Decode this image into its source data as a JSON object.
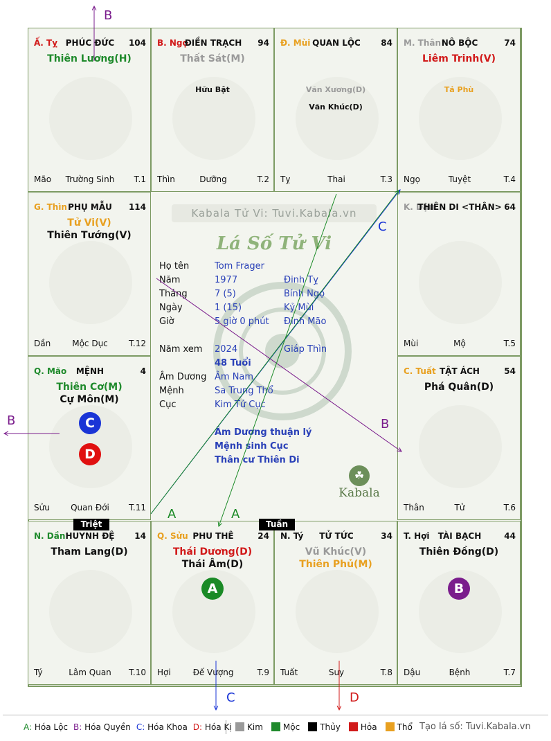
{
  "cells": [
    {
      "branch": "Ấ. Tỵ",
      "branch_color": "#d11a1a",
      "house": "PHÚC ĐỨC",
      "num": "104",
      "stars": [
        {
          "text": "Thiên Lương(H)",
          "color": "#1f8a2c"
        }
      ],
      "minors": [],
      "footer_left": "Mão",
      "footer_center": "Trường Sinh",
      "footer_right": "T.1"
    },
    {
      "branch": "B. Ngọ",
      "branch_color": "#d11a1a",
      "house": "ĐIỀN TRẠCH",
      "num": "94",
      "stars": [
        {
          "text": "Thất Sát(M)",
          "color": "#9a9a9a"
        }
      ],
      "minors": [
        {
          "text": "Hữu Bật",
          "color": "#111111"
        }
      ],
      "footer_left": "Thìn",
      "footer_center": "Dưỡng",
      "footer_right": "T.2"
    },
    {
      "branch": "Đ. Mùi",
      "branch_color": "#e8a020",
      "house": "QUAN LỘC",
      "num": "84",
      "stars": [],
      "minors": [
        {
          "text": "Văn Xương(D)",
          "color": "#9a9a9a"
        },
        {
          "text": "Văn Khúc(D)",
          "color": "#111111"
        }
      ],
      "footer_left": "Tỵ",
      "footer_center": "Thai",
      "footer_right": "T.3"
    },
    {
      "branch": "M. Thân",
      "branch_color": "#9a9a9a",
      "house": "NÔ BỘC",
      "num": "74",
      "stars": [
        {
          "text": "Liêm Trinh(V)",
          "color": "#d11a1a"
        }
      ],
      "minors": [
        {
          "text": "Tả Phù",
          "color": "#e8a020"
        }
      ],
      "footer_left": "Ngọ",
      "footer_center": "Tuyệt",
      "footer_right": "T.4"
    },
    {
      "branch": "G. Thìn",
      "branch_color": "#e8a020",
      "house": "PHỤ MẪU",
      "num": "114",
      "stars": [
        {
          "text": "Tử Vi(V)",
          "color": "#e8a020"
        },
        {
          "text": "Thiên Tướng(V)",
          "color": "#111111"
        }
      ],
      "minors": [],
      "footer_left": "Dần",
      "footer_center": "Mộc Dục",
      "footer_right": "T.12"
    },
    {
      "branch": "K. Dậu",
      "branch_color": "#9a9a9a",
      "house": "THIÊN DI <THÂN>",
      "num": "64",
      "stars": [],
      "minors": [],
      "footer_left": "Mùi",
      "footer_center": "Mộ",
      "footer_right": "T.5"
    },
    {
      "branch": "Q. Mão",
      "branch_color": "#1f8a2c",
      "house": "MỆNH",
      "num": "4",
      "stars": [
        {
          "text": "Thiên Cơ(M)",
          "color": "#1f8a2c"
        },
        {
          "text": "Cự Môn(M)",
          "color": "#111111"
        }
      ],
      "minors": [],
      "footer_left": "Sửu",
      "footer_center": "Quan Đới",
      "footer_right": "T.11"
    },
    {
      "branch": "C. Tuất",
      "branch_color": "#e8a020",
      "house": "TẬT ÁCH",
      "num": "54",
      "stars": [
        {
          "text": "Phá Quân(D)",
          "color": "#111111"
        }
      ],
      "minors": [],
      "footer_left": "Thân",
      "footer_center": "Tử",
      "footer_right": "T.6"
    },
    {
      "branch": "N. Dần",
      "branch_color": "#1f8a2c",
      "house": "HUYNH ĐỆ",
      "num": "14",
      "stars": [
        {
          "text": "Tham Lang(D)",
          "color": "#111111"
        }
      ],
      "minors": [],
      "footer_left": "Tý",
      "footer_center": "Lâm Quan",
      "footer_right": "T.10"
    },
    {
      "branch": "Q. Sửu",
      "branch_color": "#e8a020",
      "house": "PHU THÊ",
      "num": "24",
      "stars": [
        {
          "text": "Thái Dương(D)",
          "color": "#d11a1a"
        },
        {
          "text": "Thái Âm(D)",
          "color": "#111111"
        }
      ],
      "minors": [],
      "footer_left": "Hợi",
      "footer_center": "Đế Vượng",
      "footer_right": "T.9"
    },
    {
      "branch": "N. Tý",
      "branch_color": "#111111",
      "house": "TỬ TỨC",
      "num": "34",
      "stars": [
        {
          "text": "Vũ Khúc(V)",
          "color": "#9a9a9a"
        },
        {
          "text": "Thiên Phủ(M)",
          "color": "#e8a020"
        }
      ],
      "minors": [],
      "footer_left": "Tuất",
      "footer_center": "Suy",
      "footer_right": "T.8"
    },
    {
      "branch": "T. Hợi",
      "branch_color": "#111111",
      "house": "TÀI BẠCH",
      "num": "44",
      "stars": [
        {
          "text": "Thiên Đồng(D)",
          "color": "#111111"
        }
      ],
      "minors": [],
      "footer_left": "Dậu",
      "footer_center": "Bệnh",
      "footer_right": "T.7"
    }
  ],
  "center": {
    "watermark": "Kabala Tử Vi: Tuvi.Kabala.vn",
    "title": "Lá Số Tử Vi",
    "rows": [
      {
        "label": "Họ tên",
        "value": "Tom Frager",
        "extra": ""
      },
      {
        "label": "Năm",
        "value": "1977",
        "extra": "Đinh Tỵ"
      },
      {
        "label": "Tháng",
        "value": "7  (5)",
        "extra": "Bính Ngọ"
      },
      {
        "label": "Ngày",
        "value": "1  (15)",
        "extra": "Kỷ Mùi"
      },
      {
        "label": "Giờ",
        "value": "5 giờ 0 phút",
        "extra": "Đinh Mão"
      },
      {
        "label": "Năm xem",
        "value": "2024",
        "extra": "Giáp Thìn"
      },
      {
        "label": "",
        "value": "48 Tuổi",
        "extra": ""
      },
      {
        "label": "Âm Dương",
        "value": "Âm Nam",
        "extra": ""
      },
      {
        "label": "Mệnh",
        "value": "Sa Trung Thổ",
        "extra": ""
      },
      {
        "label": "Cục",
        "value": "Kim Tứ Cục",
        "extra": ""
      }
    ],
    "notes": [
      "Âm Dương thuận lý",
      "Mệnh sinh Cục",
      "Thân cư Thiên Di"
    ],
    "logo": "Kabala"
  },
  "tags": {
    "triet": "Triệt",
    "tuan": "Tuần"
  },
  "badges": {
    "c": "C",
    "d": "D",
    "a": "A",
    "b": "B"
  },
  "arrow_labels": {
    "a1": "A",
    "a2": "A",
    "b_top": "B",
    "b_left": "B",
    "b_mid": "B",
    "c_top": "C",
    "c_bottom": "C",
    "d_bottom": "D"
  },
  "legend": {
    "items": [
      {
        "key": "A:",
        "text": "Hóa Lộc",
        "color": "#1f8a2c"
      },
      {
        "key": "B:",
        "text": "Hóa Quyền",
        "color": "#7a1c8c"
      },
      {
        "key": "C:",
        "text": "Hóa Khoa",
        "color": "#1a35d6"
      },
      {
        "key": "D:",
        "text": "Hóa Kị",
        "color": "#d11a1a"
      }
    ],
    "elements": [
      {
        "text": "Kim",
        "color": "#9a9a9a"
      },
      {
        "text": "Mộc",
        "color": "#1f8a2c"
      },
      {
        "text": "Thủy",
        "color": "#000000"
      },
      {
        "text": "Hỏa",
        "color": "#d11a1a"
      },
      {
        "text": "Thổ",
        "color": "#e8a020"
      }
    ],
    "credit": "Tạo lá số: Tuvi.Kabala.vn"
  }
}
